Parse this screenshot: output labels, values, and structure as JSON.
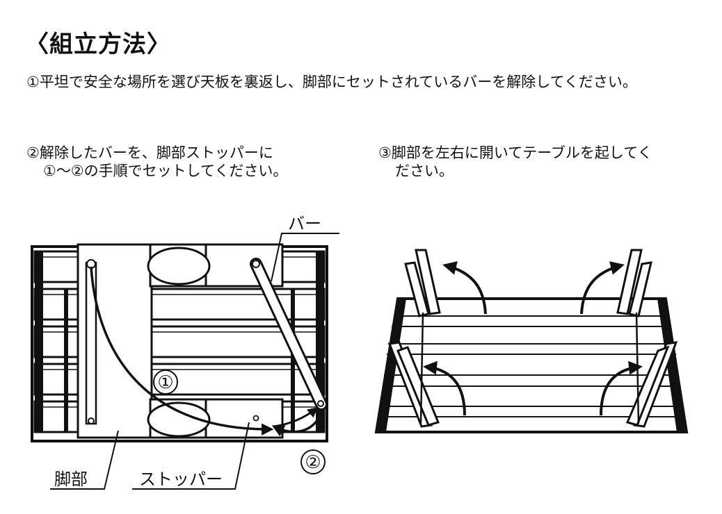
{
  "heading": {
    "title": "〈組立方法〉"
  },
  "steps": {
    "step1": "①平坦で安全な場所を選び天板を裏返し、脚部にセットされているバーを解除してください。",
    "step2_line1": "②解除したバーを、脚部ストッパーに",
    "step2_line2": "①〜②の手順でセットしてください。",
    "step3_line1": "③脚部を左右に開いてテーブルを起してく",
    "step3_line2": "ださい。"
  },
  "labels": {
    "bar": "バー",
    "leg": "脚部",
    "stopper": "ストッパー",
    "marker1": "①",
    "marker2": "②"
  },
  "colors": {
    "ink": "#111111",
    "paper": "#ffffff",
    "grey": "#cccccc"
  },
  "icons": {
    "rotate_arrow": "curved-arrow-icon"
  }
}
